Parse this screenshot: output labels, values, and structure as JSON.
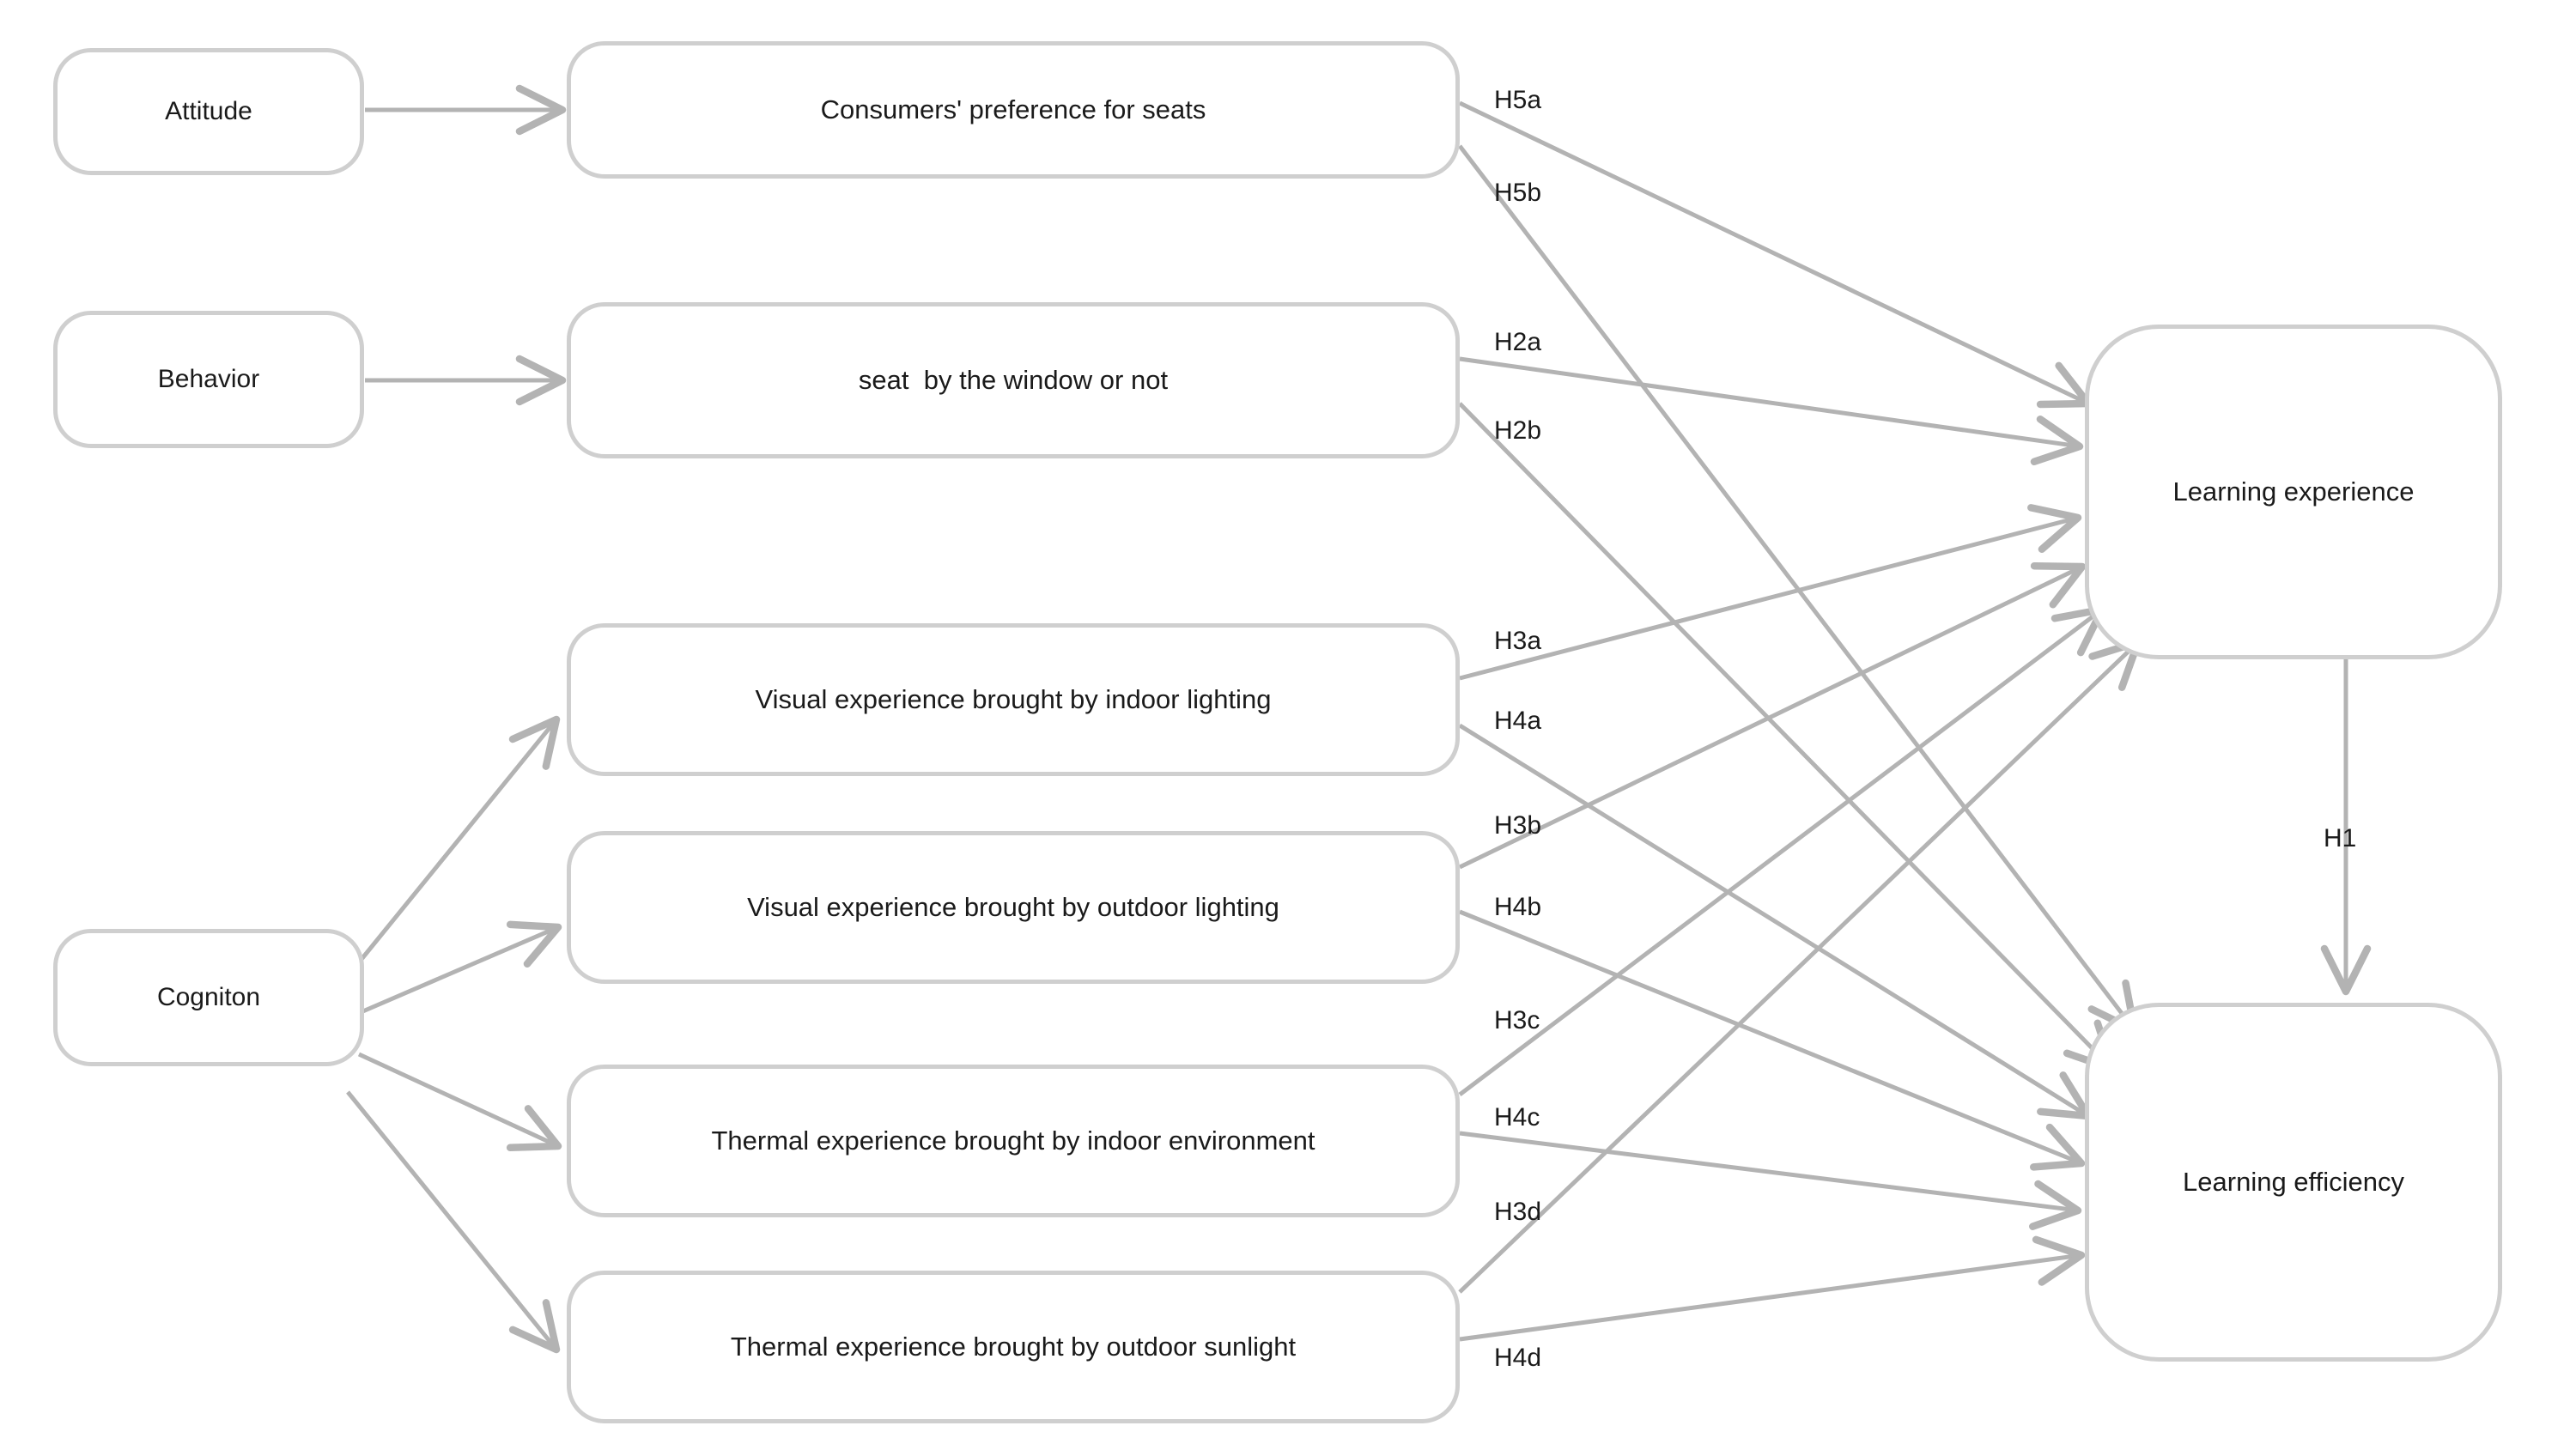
{
  "diagram": {
    "title": "Research hypothesis model",
    "background_color": "#ffffff",
    "node_border_color": "#cfcfcf",
    "edge_color": "#b3b3b3",
    "text_color": "#1a1a1a"
  },
  "nodes": {
    "antecedents": [
      {
        "id": "attitude",
        "label": "Attitude"
      },
      {
        "id": "behavior",
        "label": "Behavior"
      },
      {
        "id": "cogniton",
        "label": "Cogniton"
      }
    ],
    "mediators": [
      {
        "id": "pref_seats",
        "label": "Consumers' preference for seats"
      },
      {
        "id": "seat_window",
        "label": "seat  by the window or not"
      },
      {
        "id": "visual_indoor",
        "label": "Visual experience brought by indoor lighting"
      },
      {
        "id": "visual_outdoor",
        "label": "Visual experience brought by outdoor lighting"
      },
      {
        "id": "thermal_indoor",
        "label": "Thermal experience brought by indoor environment"
      },
      {
        "id": "thermal_outdoor",
        "label": "Thermal experience brought by outdoor sunlight"
      }
    ],
    "outcomes": [
      {
        "id": "learning_experience",
        "label": "Learning experience"
      },
      {
        "id": "learning_efficiency",
        "label": "Learning efficiency"
      }
    ]
  },
  "edge_labels": {
    "h5a": "H5a",
    "h5b": "H5b",
    "h2a": "H2a",
    "h2b": "H2b",
    "h3a": "H3a",
    "h4a": "H4a",
    "h3b": "H3b",
    "h4b": "H4b",
    "h3c": "H3c",
    "h4c": "H4c",
    "h3d": "H3d",
    "h4d": "H4d",
    "h1": "H1"
  },
  "edges": [
    {
      "id": "attitude-to-pref",
      "from": "attitude",
      "to": "pref_seats",
      "label": ""
    },
    {
      "id": "behavior-to-seatwindow",
      "from": "behavior",
      "to": "seat_window",
      "label": ""
    },
    {
      "id": "cogniton-to-visualindoor",
      "from": "cogniton",
      "to": "visual_indoor",
      "label": ""
    },
    {
      "id": "cogniton-to-visualoutdoor",
      "from": "cogniton",
      "to": "visual_outdoor",
      "label": ""
    },
    {
      "id": "cogniton-to-thermalindoor",
      "from": "cogniton",
      "to": "thermal_indoor",
      "label": ""
    },
    {
      "id": "cogniton-to-thermaloutdoor",
      "from": "cogniton",
      "to": "thermal_outdoor",
      "label": ""
    },
    {
      "id": "pref-to-experience",
      "from": "pref_seats",
      "to": "learning_experience",
      "label": "H5a"
    },
    {
      "id": "pref-to-efficiency",
      "from": "pref_seats",
      "to": "learning_efficiency",
      "label": "H5b"
    },
    {
      "id": "seat-to-experience",
      "from": "seat_window",
      "to": "learning_experience",
      "label": "H2a"
    },
    {
      "id": "seat-to-efficiency",
      "from": "seat_window",
      "to": "learning_efficiency",
      "label": "H2b"
    },
    {
      "id": "visind-to-experience",
      "from": "visual_indoor",
      "to": "learning_experience",
      "label": "H3a"
    },
    {
      "id": "visind-to-efficiency",
      "from": "visual_indoor",
      "to": "learning_efficiency",
      "label": "H4a"
    },
    {
      "id": "visout-to-experience",
      "from": "visual_outdoor",
      "to": "learning_experience",
      "label": "H3b"
    },
    {
      "id": "visout-to-efficiency",
      "from": "visual_outdoor",
      "to": "learning_efficiency",
      "label": "H4b"
    },
    {
      "id": "thmind-to-experience",
      "from": "thermal_indoor",
      "to": "learning_experience",
      "label": "H3c"
    },
    {
      "id": "thmind-to-efficiency",
      "from": "thermal_indoor",
      "to": "learning_efficiency",
      "label": "H4c"
    },
    {
      "id": "thmout-to-experience",
      "from": "thermal_outdoor",
      "to": "learning_experience",
      "label": "H3d"
    },
    {
      "id": "thmout-to-efficiency",
      "from": "thermal_outdoor",
      "to": "learning_efficiency",
      "label": "H4d"
    },
    {
      "id": "experience-to-efficiency",
      "from": "learning_experience",
      "to": "learning_efficiency",
      "label": "H1"
    }
  ]
}
